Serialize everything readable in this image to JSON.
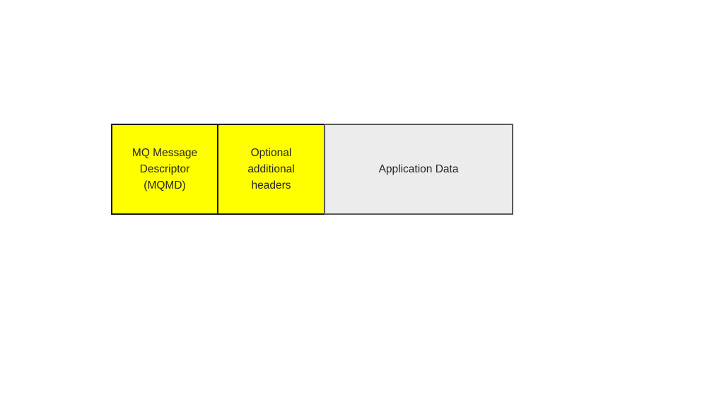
{
  "canvas": {
    "background_color": "#ffffff"
  },
  "diagram": {
    "description": "MQ message structure diagram with three adjacent boxes",
    "boxes": [
      {
        "id": "mq-message-descriptor",
        "lines": [
          "MQ Message",
          "Descriptor",
          "(MQMD)"
        ],
        "fill_color": "#ffff00",
        "border_color": "#1a1a1a",
        "text_color": "#262626"
      },
      {
        "id": "optional-additional-headers",
        "lines": [
          "Optional",
          "additional",
          "headers"
        ],
        "fill_color": "#ffff00",
        "border_color": "#1a1a1a",
        "text_color": "#262626"
      },
      {
        "id": "application-data",
        "lines": [
          "Application Data"
        ],
        "fill_color": "#ececec",
        "border_color": "#595959",
        "text_color": "#262626"
      }
    ]
  }
}
